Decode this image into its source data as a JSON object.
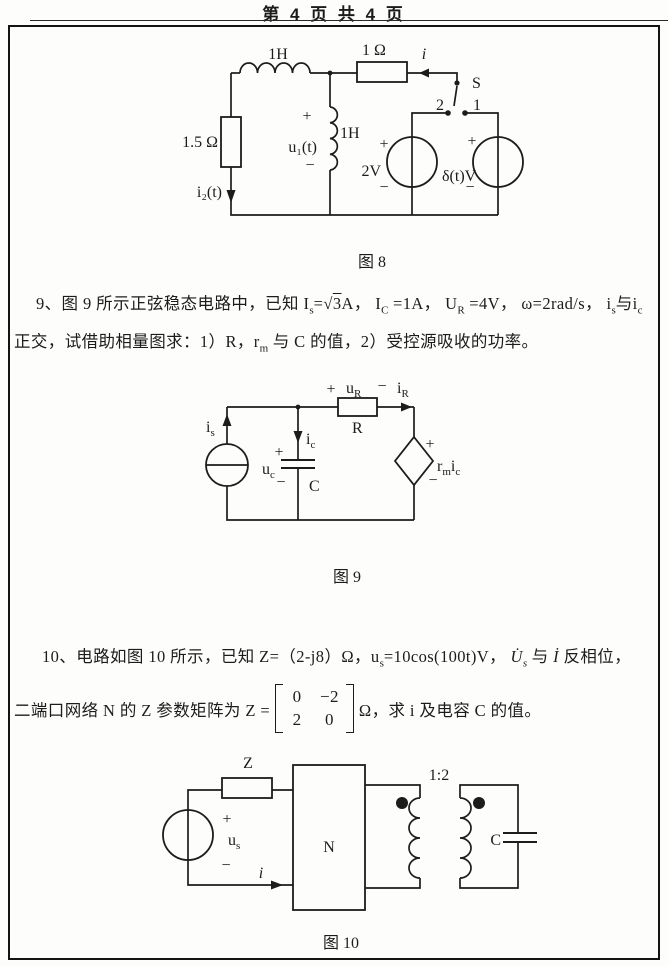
{
  "header": {
    "page_label": "第 4 页  共 4 页"
  },
  "q9": {
    "l1": {
      "a": "9、图 9 所示正弦稳态电路中，已知 I",
      "b": "s",
      "c": "=",
      "d": "√",
      "e": "3",
      "f": "A， I",
      "g": "C",
      "h": " =1A， U",
      "i": "R",
      "j": " =4V， ω=2rad/s， i",
      "k": "s",
      "l": "与i",
      "m": "c"
    },
    "l2": {
      "a": "正交，试借助相量图求：1）R，r",
      "b": "m",
      "c": " 与 C 的值，2）受控源吸收的功率。"
    }
  },
  "q10": {
    "l1": {
      "a": "10、电路如图 10 所示，已知 Z=（2-j8）Ω，u",
      "b": "s",
      "c": "=10cos(100t)V， ",
      "d": "U̇",
      "e": "s",
      "f": " 与 ",
      "g": "İ",
      "h": " 反相位，"
    },
    "l2_pre": "二端口网络 N 的 Z 参数矩阵为 Z =",
    "matrix": [
      [
        "0",
        "−2"
      ],
      [
        "2",
        "0"
      ]
    ],
    "l2_post": "Ω，求 i 及电容 C 的值。"
  },
  "fig8": {
    "ind_top": "1H",
    "res_top": "1 Ω",
    "i": "i",
    "s": "S",
    "c2": "2",
    "c1": "1",
    "res_left": "1.5 Ω",
    "plus": "+",
    "minus": "−",
    "u1": "u₁(t)",
    "ind_mid": "1H",
    "v2": "2V",
    "delta": "δ(t)V",
    "i2": "i₂(t)",
    "caption": "图 8"
  },
  "fig9": {
    "plus": "+",
    "minus": "−",
    "ur_m": "u",
    "ur_s": "R",
    "ir_m": "i",
    "ir_s": "R",
    "r": "R",
    "is_m": "i",
    "is_s": "s",
    "ic_m": "i",
    "ic_s": "c",
    "uc_m": "u",
    "uc_s": "c",
    "cap": "C",
    "rm_m": "r",
    "rm_s": "m",
    "rmi_m": "i",
    "rmi_s": "c",
    "caption": "图 9"
  },
  "fig10": {
    "z": "Z",
    "plus": "+",
    "minus": "−",
    "us_m": "u",
    "us_s": "s",
    "i": "i",
    "n": "N",
    "ratio": "1:2",
    "cap": "C",
    "caption": "图 10"
  }
}
